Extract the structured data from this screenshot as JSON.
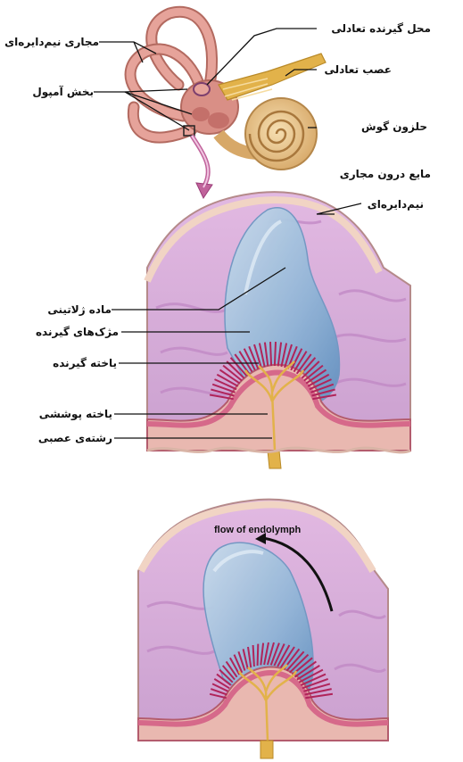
{
  "labels": {
    "semicircular_canals": "مجاری نیم‌دایره‌ای",
    "ampulla": "بخش آمپول",
    "balance_receptor_site": "محل گیرنده تعادلی",
    "vestibular_nerve": "عصب تعادلی",
    "cochlea": "حلزون گوش",
    "canal_fluid_line1": "مایع درون مجاری",
    "canal_fluid_line2": "نیم‌دایره‌ای",
    "gelatinous_substance": "ماده ژلاتینی",
    "receptor_cilia": "مژک‌های گیرنده",
    "receptor_cell": "یاخته گیرنده",
    "epithelial_cell": "یاخته پوششی",
    "nerve_fiber": "رشته‌ی عصبی",
    "flow_of_endolymph": "flow of endolymph"
  },
  "colors": {
    "canal": "#e6a39a",
    "canal_outline": "#b36a60",
    "ampulla_bg": "#d7a6d6",
    "ampulla_stripe": "#c88bc9",
    "cupula": "#8fb4d6",
    "hair": "#b0245a",
    "crista": "#e9b8b0",
    "nerve": "#e2b24a",
    "wall": "#f2d6c4"
  }
}
